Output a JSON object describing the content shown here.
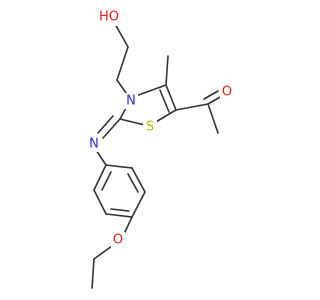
{
  "atoms": {
    "hydroxyl": {
      "text": "HO",
      "color": "#e01e1e"
    },
    "ring_nitrogen": {
      "text": "N",
      "color": "#2a2ad6"
    },
    "imine_nitrogen": {
      "text": "N",
      "color": "#2a2ad6"
    },
    "sulfur": {
      "text": "S",
      "color": "#b8b800"
    },
    "carbonyl_oxygen": {
      "text": "O",
      "color": "#e01e1e"
    },
    "ether_oxygen": {
      "text": "O",
      "color": "#e01e1e"
    }
  },
  "colors": {
    "bond": "#333333",
    "background": "#ffffff"
  }
}
